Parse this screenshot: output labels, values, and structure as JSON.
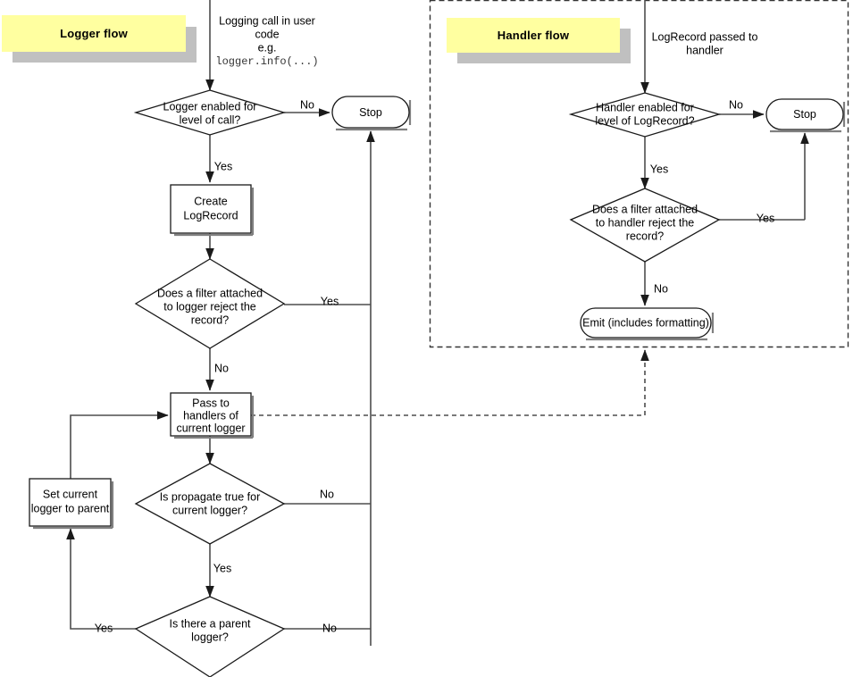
{
  "diagram": {
    "title_logger": "Logger flow",
    "title_handler": "Handler flow"
  },
  "logger_flow": {
    "banner_label": "Logger flow",
    "entry_caption_line1": "Logging call in user",
    "entry_caption_line2": "code",
    "entry_caption_line3": "e.g.",
    "entry_caption_code": "logger.info(...)",
    "nodes": {
      "logger_enabled": {
        "line1": "Logger enabled for",
        "line2": "level of call?"
      },
      "stop": {
        "line1": "Stop"
      },
      "create_logrecord": {
        "line1": "Create",
        "line2": "LogRecord"
      },
      "logger_filter": {
        "line1": "Does a filter attached",
        "line2": "to logger reject the",
        "line3": "record?"
      },
      "pass_to_handlers": {
        "line1": "Pass to",
        "line2": "handlers of",
        "line3": "current logger"
      },
      "propagate": {
        "line1": "Is propagate true for",
        "line2": "current logger?"
      },
      "parent_logger": {
        "line1": "Is there a parent",
        "line2": "logger?"
      },
      "set_parent": {
        "line1": "Set current",
        "line2": "logger to parent"
      }
    },
    "edges": {
      "logger_enabled_no": "No",
      "logger_enabled_yes": "Yes",
      "logger_filter_yes": "Yes",
      "logger_filter_no": "No",
      "propagate_no": "No",
      "propagate_yes": "Yes",
      "parent_yes": "Yes",
      "parent_no": "No"
    }
  },
  "handler_flow": {
    "banner_label": "Handler flow",
    "entry_caption_line1": "LogRecord passed to",
    "entry_caption_line2": "handler",
    "nodes": {
      "handler_enabled": {
        "line1": "Handler enabled for",
        "line2": "level of LogRecord?"
      },
      "stop": {
        "line1": "Stop"
      },
      "handler_filter": {
        "line1": "Does a filter attached",
        "line2": "to handler reject the",
        "line3": "record?"
      },
      "emit": {
        "line1": "Emit (includes formatting)"
      }
    },
    "edges": {
      "handler_enabled_no": "No",
      "handler_enabled_yes": "Yes",
      "handler_filter_yes": "Yes",
      "handler_filter_no": "No"
    }
  },
  "colors": {
    "banner_fill": "#ffffa0",
    "banner_shadow": "#c0c0c0",
    "line": "#4d4d4d",
    "node_stroke": "#1a1a1a"
  }
}
